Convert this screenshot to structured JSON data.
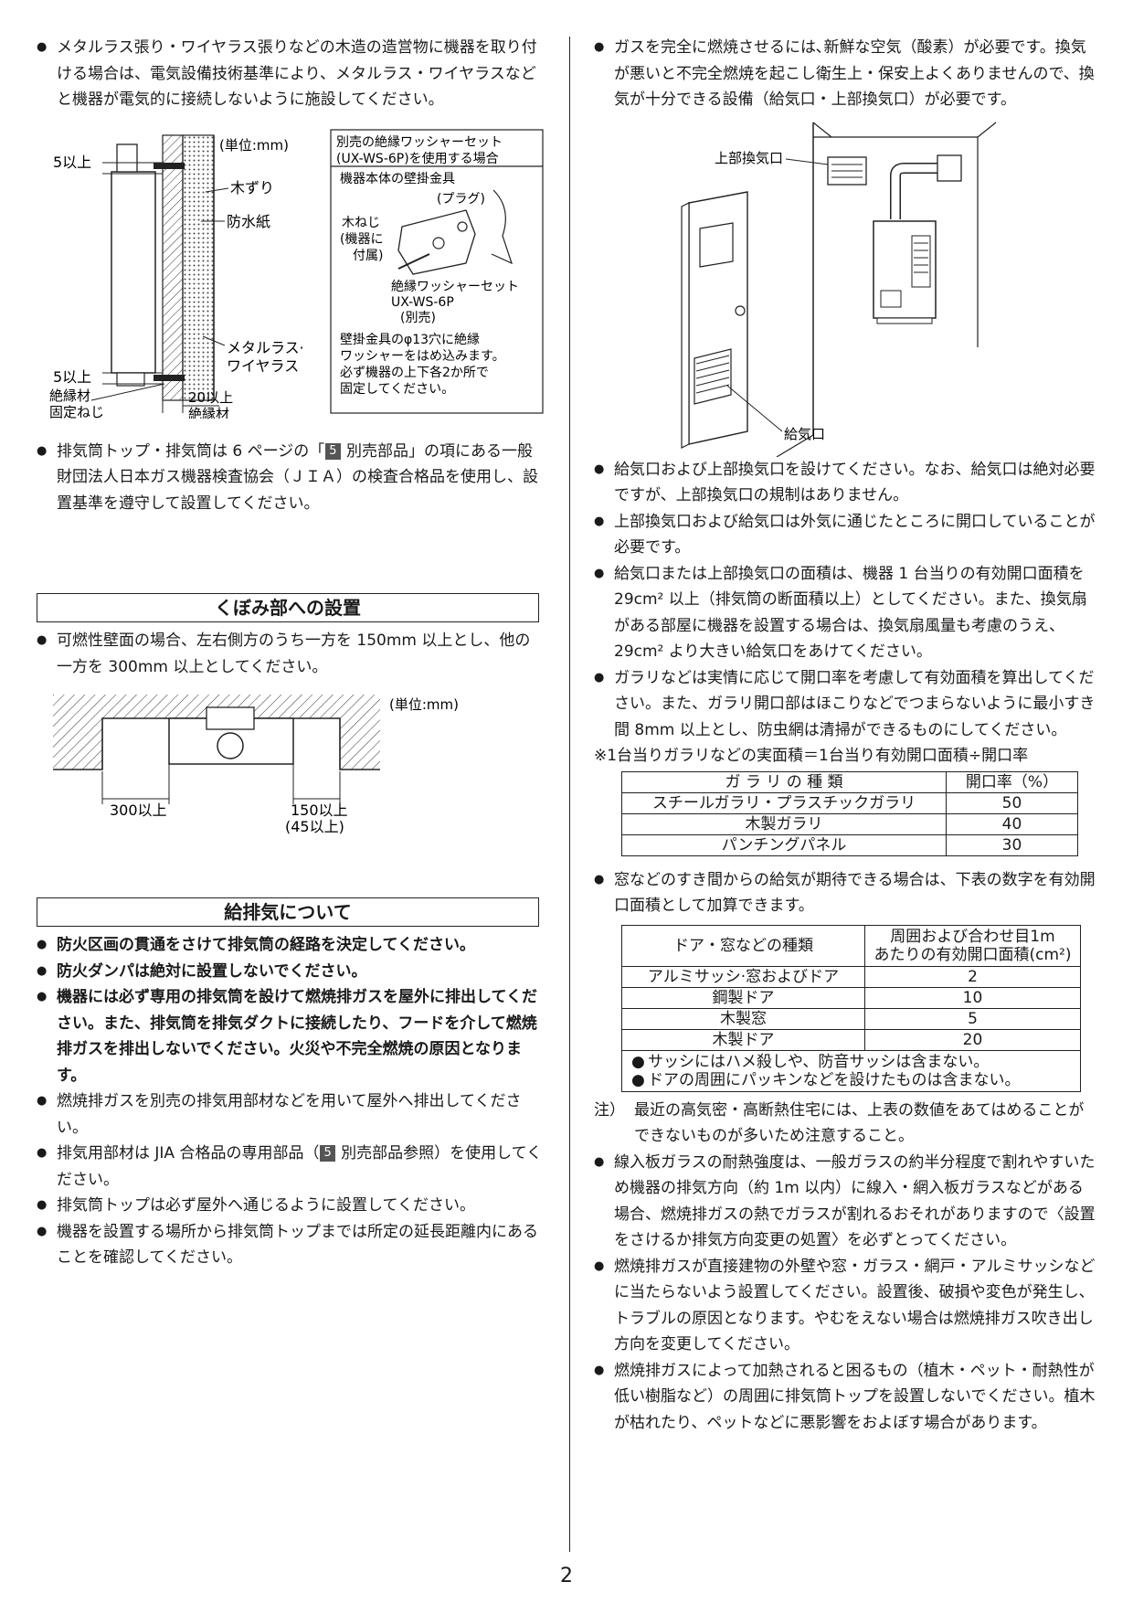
{
  "page_number": "2",
  "left": {
    "p1": "メタルラス張り・ワイヤラス張りなどの木造の造営物に機器を取り付ける場合は、電気設備技術基準により、メタルラス・ワイヤラスなどと機器が電気的に接続しないように施設してください。",
    "fig1": {
      "unit": "(単位:mm)",
      "top_gap": "5以上",
      "bottom_gap": "5以上",
      "kizuri": "木ずり",
      "bousuishi": "防水紙",
      "metal_lath_1": "メタルラス·",
      "metal_lath_2": "ワイヤラス",
      "insul_screw_1": "絶縁材",
      "insul_screw_2": "固定ねじ",
      "insul_thick_1": "20以上",
      "insul_thick_2": "絶縁材",
      "inset_title_1": "別売の絶縁ワッシャーセット",
      "inset_title_2": "(UX-WS-6P)を使用する場合",
      "inset_bracket": "機器本体の壁掛金具",
      "inset_plug": "(プラグ)",
      "inset_screw_1": "木ねじ",
      "inset_screw_2": "(機器に",
      "inset_screw_3": "付属)",
      "inset_washer_1": "絶縁ワッシャーセット",
      "inset_washer_2": "UX-WS-6P",
      "inset_washer_3": "(別売)",
      "inset_note_1": "壁掛金具のφ13穴に絶縁",
      "inset_note_2": "ワッシャーをはめ込みます。",
      "inset_note_3": "必ず機器の上下各2か所で",
      "inset_note_4": "固定してください。"
    },
    "p2_before": "排気筒トップ・排気筒は 6 ページの「",
    "p2_badge": "5",
    "p2_after": " 別売部品」の項にある一般財団法人日本ガス機器検査協会（ＪＩＡ）の検査合格品を使用し、設置基準を遵守して設置してください。",
    "sec1_title": "くぼみ部への設置",
    "sec1_p": "可燃性壁面の場合、左右側方のうち一方を 150mm 以上とし、他の一方を 300mm 以上としてください。",
    "fig2": {
      "unit": "(単位:mm)",
      "left_dim": "300以上",
      "right_dim_1": "150以上",
      "right_dim_2": "(45以上)"
    },
    "sec2_title": "給排気について",
    "sec2_b1": "防火区画の貫通をさけて排気筒の経路を決定してください。",
    "sec2_b2": "防火ダンパは絶対に設置しないでください。",
    "sec2_b3": "機器には必ず専用の排気筒を設けて燃焼排ガスを屋外に排出してください。また、排気筒を排気ダクトに接続したり、フードを介して燃焼排ガスを排出しないでください。火災や不完全燃焼の原因となります。",
    "sec2_b4": "燃焼排ガスを別売の排気用部材などを用いて屋外へ排出してください。",
    "sec2_b5_before": "排気用部材は JIA 合格品の専用部品（",
    "sec2_b5_badge": "5",
    "sec2_b5_after": " 別売部品参照）を使用してください。",
    "sec2_b6": "排気筒トップは必ず屋外へ通じるように設置してください。",
    "sec2_b7": "機器を設置する場所から排気筒トップまでは所定の延長距離内にあることを確認してください。"
  },
  "right": {
    "p1": "ガスを完全に燃焼させるには､新鮮な空気（酸素）が必要です。換気が悪いと不完全燃焼を起こし衛生上・保安上よくありませんので、換気が十分できる設備（給気口・上部換気口）が必要です。",
    "fig3": {
      "upper_vent": "上部換気口",
      "intake": "給気口"
    },
    "b1": "給気口および上部換気口を設けてください。なお、給気口は絶対必要ですが、上部換気口の規制はありません。",
    "b2": "上部換気口および給気口は外気に通じたところに開口していることが必要です。",
    "b3": "給気口または上部換気口の面積は、機器 1 台当りの有効開口面積を 29cm² 以上（排気筒の断面積以上）としてください。また、換気扇がある部屋に機器を設置する場合は、換気扇風量も考慮のうえ、29cm² より大きい給気口をあけてください。",
    "b4": "ガラリなどは実情に応じて開口率を考慮して有効面積を算出してください。また、ガラリ開口部はほこりなどでつまらないように最小すき間 8mm 以上とし、防虫網は清掃ができるものにしてください。",
    "formula": "※1台当りガラリなどの実面積＝1台当り有効開口面積÷開口率",
    "table1": {
      "h1": "ガ ラ リ の 種 類",
      "h2": "開口率（%）",
      "rows": [
        {
          "name": "スチールガラリ・プラスチックガラリ",
          "rate": "50"
        },
        {
          "name": "木製ガラリ",
          "rate": "40"
        },
        {
          "name": "パンチングパネル",
          "rate": "30"
        }
      ]
    },
    "b5": "窓などのすき間からの給気が期待できる場合は、下表の数字を有効開口面積として加算できます。",
    "table2": {
      "h1": "ドア・窓などの種類",
      "h2_1": "周囲および合わせ目1m",
      "h2_2": "あたりの有効開口面積(cm²)",
      "rows": [
        {
          "name": "アルミサッシ·窓およびドア",
          "area": "2"
        },
        {
          "name": "鋼製ドア",
          "area": "10"
        },
        {
          "name": "木製窓",
          "area": "5"
        },
        {
          "name": "木製ドア",
          "area": "20"
        }
      ],
      "foot1": "サッシにはハメ殺しや、防音サッシは含まない。",
      "foot2": "ドアの周囲にパッキンなどを設けたものは含まない。"
    },
    "note_label": "注）",
    "note": "最近の高気密・高断熱住宅には、上表の数値をあてはめることができないものが多いため注意すること。",
    "b6": "線入板ガラスの耐熱強度は、一般ガラスの約半分程度で割れやすいため機器の排気方向（約 1m 以内）に線入・網入板ガラスなどがある場合、燃焼排ガスの熱でガラスが割れるおそれがありますので〈設置をさけるか排気方向変更の処置〉を必ずとってください。",
    "b7": "燃焼排ガスが直接建物の外壁や窓・ガラス・網戸・アルミサッシなどに当たらないよう設置してください。設置後、破損や変色が発生し、トラブルの原因となります。やむをえない場合は燃焼排ガス吹き出し方向を変更してください。",
    "b8": "燃焼排ガスによって加熱されると困るもの（植木・ペット・耐熱性が低い樹脂など）の周囲に排気筒トップを設置しないでください。植木が枯れたり、ペットなどに悪影響をおよぼす場合があります。"
  }
}
